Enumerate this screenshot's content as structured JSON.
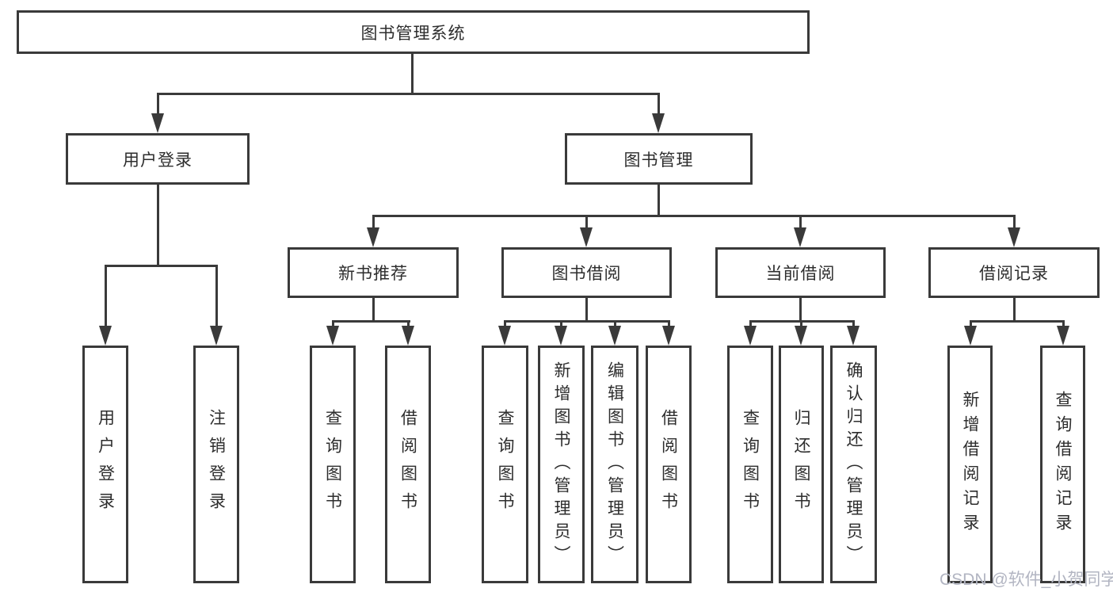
{
  "diagram": {
    "type": "tree",
    "root": {
      "label": "图书管理系统",
      "children": [
        {
          "label": "用户登录",
          "children": [
            {
              "label": "用户登录"
            },
            {
              "label": "注销登录"
            }
          ]
        },
        {
          "label": "图书管理",
          "children": [
            {
              "label": "新书推荐",
              "children": [
                {
                  "label": "查询图书"
                },
                {
                  "label": "借阅图书"
                }
              ]
            },
            {
              "label": "图书借阅",
              "children": [
                {
                  "label": "查询图书"
                },
                {
                  "label": "新增图书（管理员）"
                },
                {
                  "label": "编辑图书（管理员）"
                },
                {
                  "label": "借阅图书"
                }
              ]
            },
            {
              "label": "当前借阅",
              "children": [
                {
                  "label": "查询图书"
                },
                {
                  "label": "归还图书"
                },
                {
                  "label": "确认归还（管理员）"
                }
              ]
            },
            {
              "label": "借阅记录",
              "children": [
                {
                  "label": "新增借阅记录"
                },
                {
                  "label": "查询借阅记录"
                }
              ]
            }
          ]
        }
      ]
    }
  },
  "colors": {
    "line": "#3a3a3a",
    "box_border": "#3a3a3a",
    "text": "#2d2d2d",
    "watermark": "#b2b5c2",
    "background": "#ffffff"
  },
  "watermark": {
    "text": "CSDN @软件_小贺同学"
  }
}
